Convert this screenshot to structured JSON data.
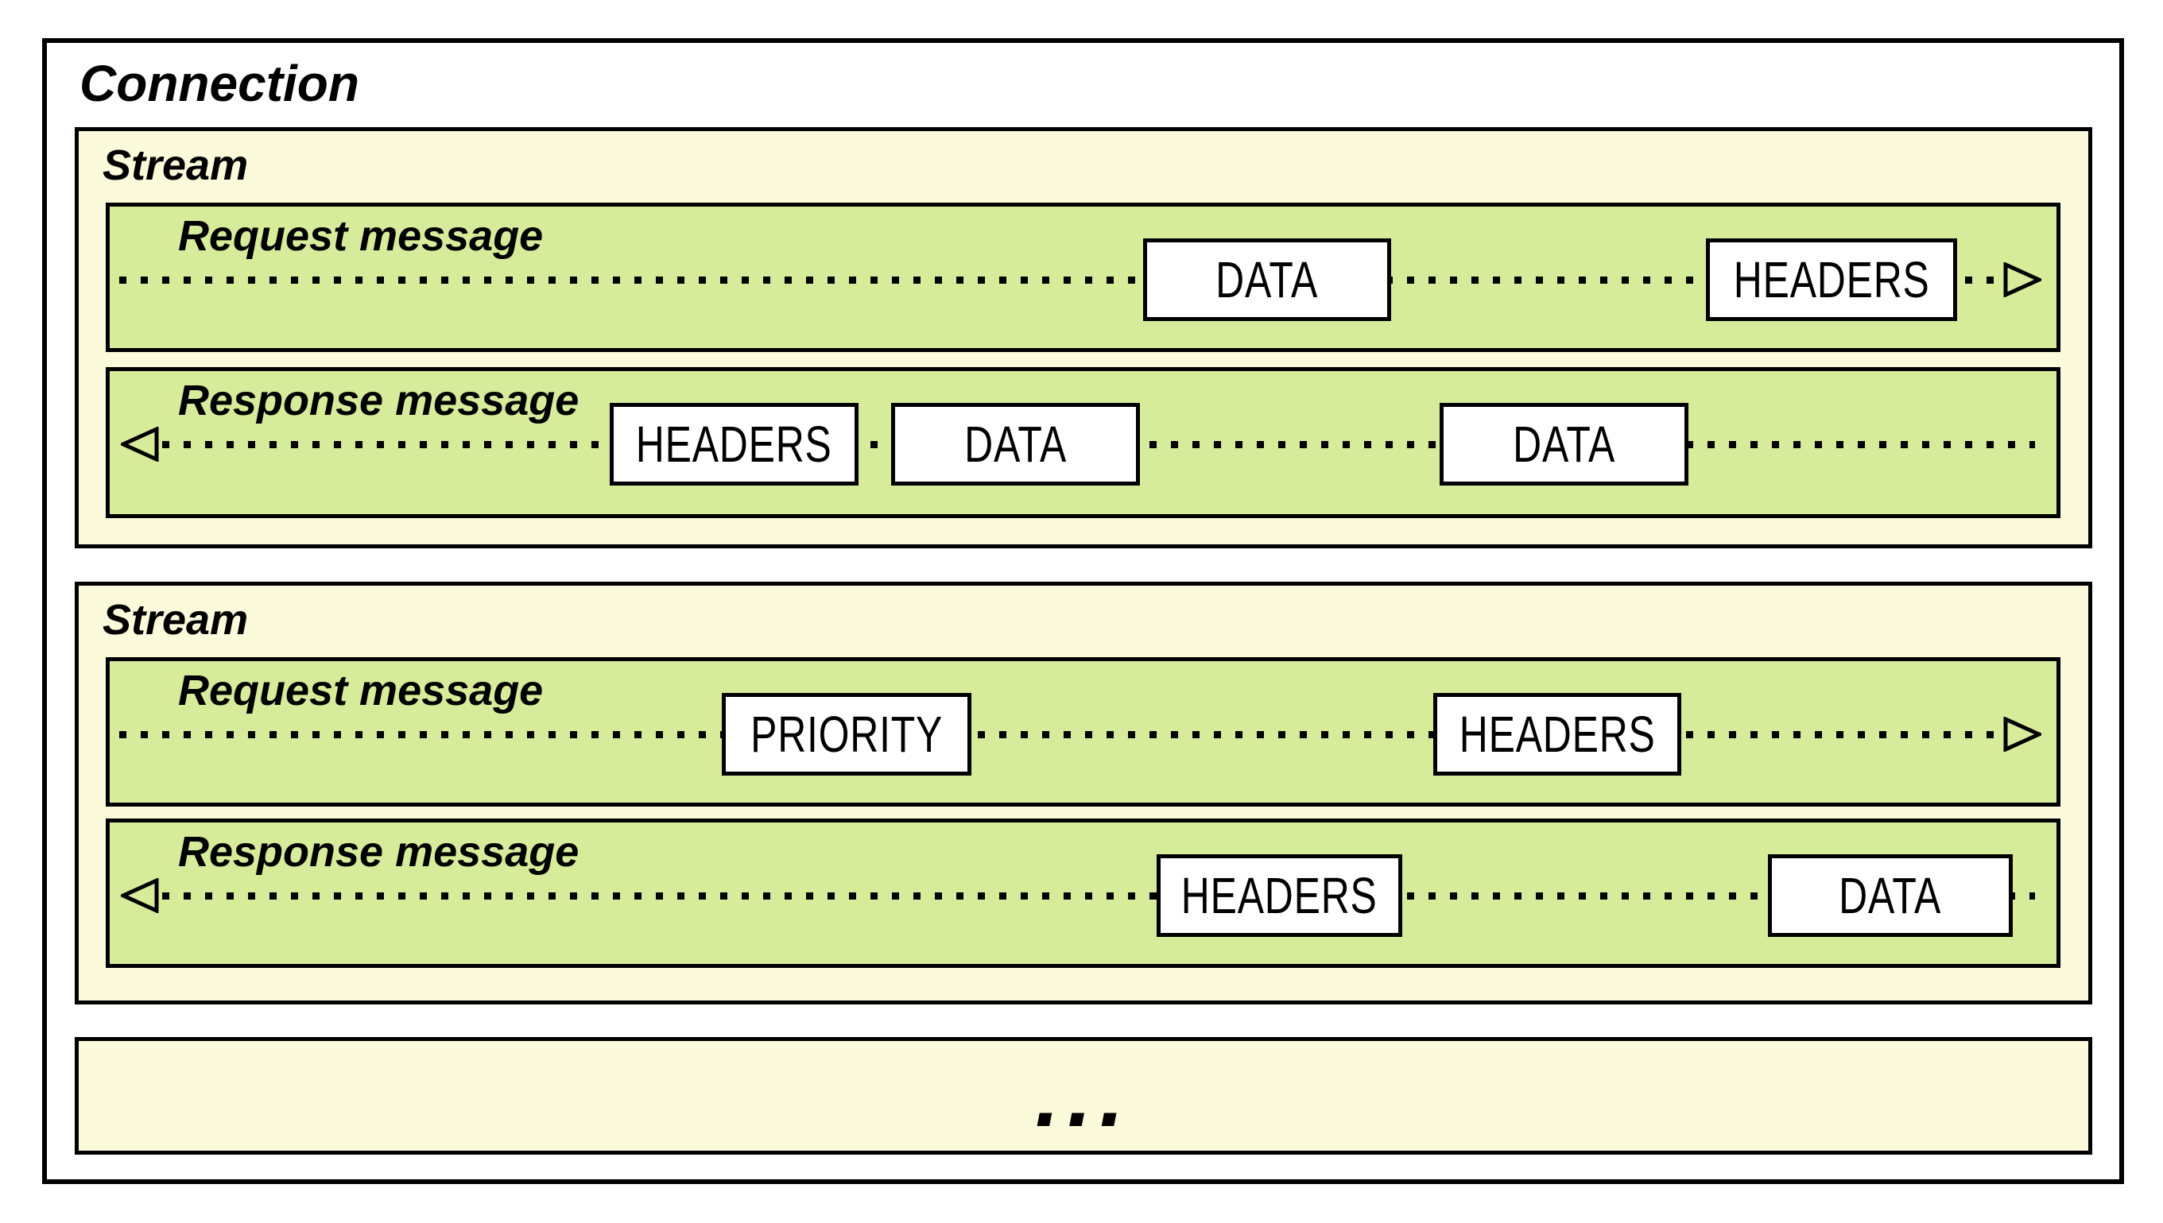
{
  "diagram": {
    "title": "Connection",
    "ellipsis": "...",
    "colors": {
      "connection_bg": "#FFFFFF",
      "stream_bg": "#FBFADB",
      "message_bg": "#D7EC9B",
      "frame_bg": "#FFFFFF",
      "line_and_border": "#000000"
    },
    "arrow_icons": {
      "request_direction": "arrow-right-icon",
      "response_direction": "arrow-left-icon"
    }
  },
  "streams": [
    {
      "label": "Stream",
      "rows": [
        {
          "label": "Request message",
          "direction": "right",
          "frames": [
            {
              "label": "DATA"
            },
            {
              "label": "HEADERS"
            }
          ]
        },
        {
          "label": "Response message",
          "direction": "left",
          "frames": [
            {
              "label": "HEADERS"
            },
            {
              "label": "DATA"
            },
            {
              "label": "DATA"
            }
          ]
        }
      ]
    },
    {
      "label": "Stream",
      "rows": [
        {
          "label": "Request message",
          "direction": "right",
          "frames": [
            {
              "label": "PRIORITY"
            },
            {
              "label": "HEADERS"
            }
          ]
        },
        {
          "label": "Response message",
          "direction": "left",
          "frames": [
            {
              "label": "HEADERS"
            },
            {
              "label": "DATA"
            }
          ]
        }
      ]
    }
  ]
}
